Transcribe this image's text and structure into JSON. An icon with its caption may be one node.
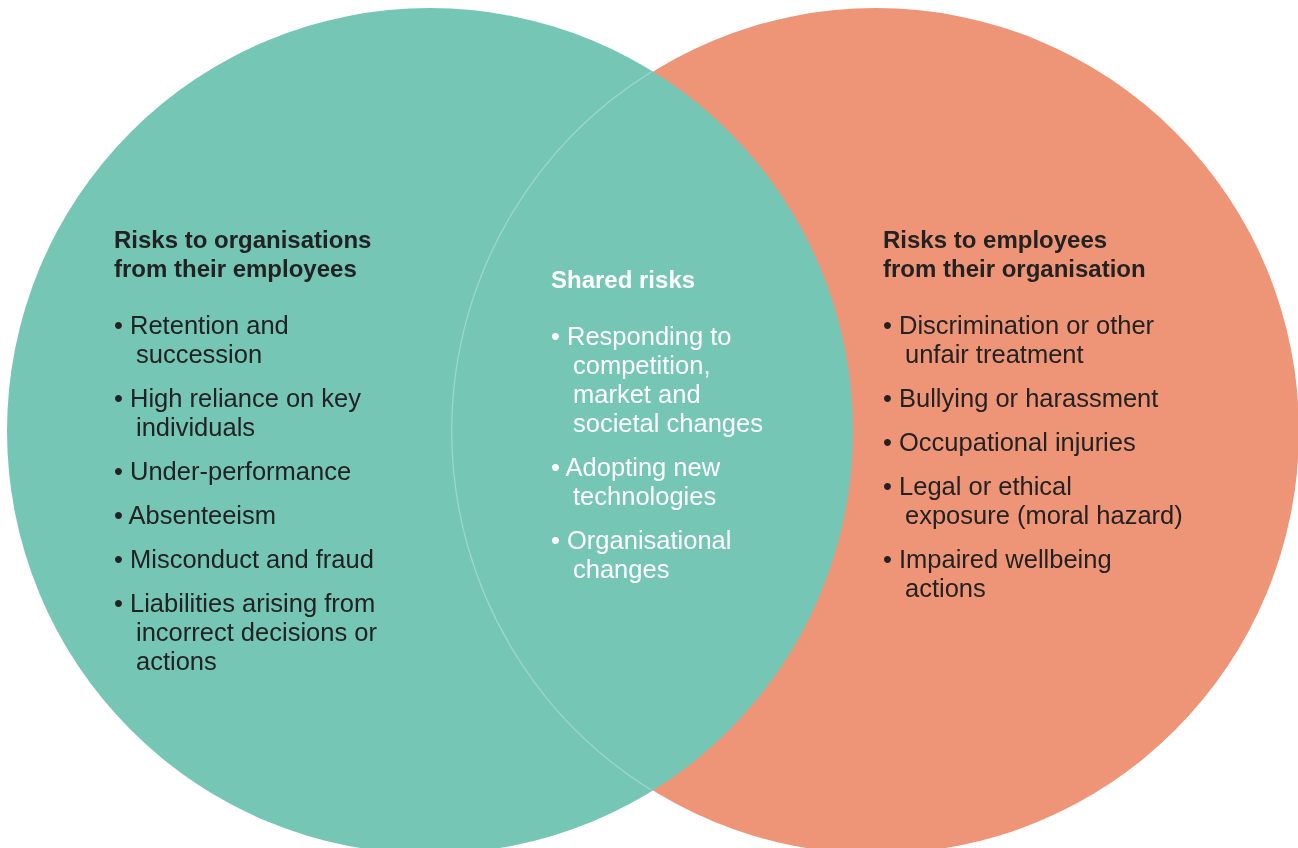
{
  "diagram": {
    "nodes": [
      {
        "text": [
          "Risks to organisations from their employees",
          "• Retention and succession",
          "• High reliance on key individuals",
          "• Under-performance",
          "• Absenteeism",
          "• Misconduct and fraud",
          "• Liabilities arising from incorrect decisions or actions"
        ]
      },
      {
        "text": [
          "Shared risks",
          "• Responding to competition, market and societal changes",
          "• Adopting new technologies",
          "• Organisational changes"
        ]
      },
      {
        "text": [
          "Risks to employees from their organisation",
          "• Discrimination or other unfair treatment",
          "• Bullying or harassment",
          "• Occupational injuries",
          "• Legal or ethical exposure (moral hazard)",
          "• Impaired wellbeing actions"
        ]
      }
    ],
    "edges": []
  }
}
